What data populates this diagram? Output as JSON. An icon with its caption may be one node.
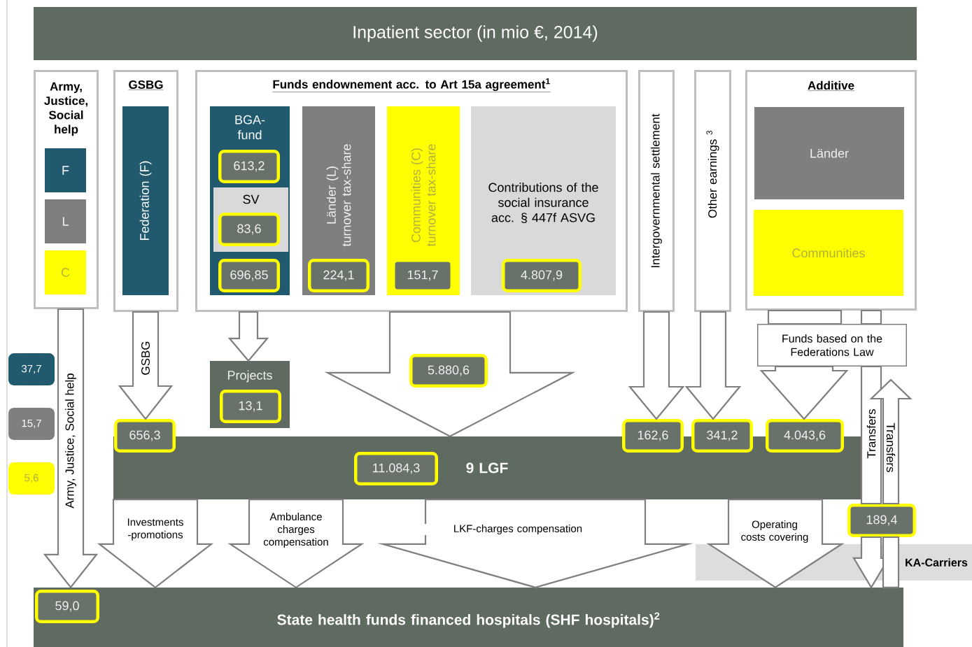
{
  "diagram": {
    "title": "Inpatient sector (in mio €, 2014)",
    "nodes": [
      {
        "text": [
          "Army, Justice, Social help"
        ]
      },
      {
        "text": [
          "F"
        ],
        "in": 0
      },
      {
        "text": [
          "L"
        ],
        "in": 0
      },
      {
        "text": [
          "C"
        ],
        "in": 0
      },
      {
        "text": [
          "GSBG"
        ]
      },
      {
        "text": [
          "Federation (F)"
        ],
        "in": 4
      },
      {
        "text": [
          "Funds endownement acc. to Art 15a agreement$^{1}$"
        ]
      },
      {
        "text": [
          "BGA-fund"
        ],
        "in": 6
      },
      {
        "text": [
          "613,2"
        ],
        "in": 7
      },
      {
        "text": [
          "SV"
        ],
        "in": 7
      },
      {
        "text": [
          "83,6"
        ],
        "in": 9
      },
      {
        "text": [
          "696,85"
        ],
        "in": 7
      },
      {
        "text": [
          "Länder (L) turnover tax-share"
        ],
        "in": 6
      },
      {
        "text": [
          "224,1"
        ],
        "in": 12
      },
      {
        "text": [
          "Communities (C) turnover tax-share"
        ],
        "in": 6
      },
      {
        "text": [
          "151,7"
        ],
        "in": 14
      },
      {
        "text": [
          "Contributions of the social insurance acc. § 447f ASVG"
        ],
        "in": 6
      },
      {
        "text": [
          "4.807,9"
        ],
        "in": 16
      },
      {
        "text": [
          "Intergovernmental settlement"
        ]
      },
      {
        "text": [
          "Other earnings $^{3}$"
        ]
      },
      {
        "text": [
          "Additive"
        ]
      },
      {
        "text": [
          "Länder"
        ],
        "in": 20
      },
      {
        "text": [
          "Communities"
        ],
        "in": 20
      },
      {
        "text": [
          "Funds based on the Federations Law"
        ]
      },
      {
        "text": [
          "Projects"
        ]
      },
      {
        "text": [
          "13,1"
        ],
        "in": 24
      },
      {
        "text": [
          "9 LGF"
        ]
      },
      {
        "text": [
          "11.084,3"
        ],
        "in": 26
      },
      {
        "text": [
          "656,3"
        ]
      },
      {
        "text": [
          "162,6"
        ]
      },
      {
        "text": [
          "341,2"
        ]
      },
      {
        "text": [
          "4.043,6"
        ]
      },
      {
        "text": [
          "State health funds financed hospitals (SHF hospitals)$^{2}$"
        ]
      },
      {
        "text": [
          "59,0"
        ],
        "in": 32
      },
      {
        "text": [
          "KA-Carriers"
        ]
      },
      {
        "text": [
          "189,4"
        ]
      },
      {
        "text": [
          "37,7"
        ]
      },
      {
        "text": [
          "15,7"
        ]
      },
      {
        "text": [
          "5,6"
        ]
      },
      {
        "text": [
          "5.880,6"
        ]
      }
    ],
    "edges": [
      {
        "from": 0,
        "to": 32,
        "arrow": "to",
        "label": "Army, Justice, Social help"
      },
      {
        "from": 4,
        "to": 28,
        "arrow": "to",
        "label": "GSBG"
      },
      {
        "from": 6,
        "to": 24,
        "arrow": "to"
      },
      {
        "from": 6,
        "to": 26,
        "arrow": "to"
      },
      {
        "from": 18,
        "to": 29,
        "arrow": "to"
      },
      {
        "from": 19,
        "to": 30,
        "arrow": "to"
      },
      {
        "from": 20,
        "to": 23,
        "arrow": "none"
      },
      {
        "from": 20,
        "to": 23,
        "arrow": "none"
      },
      {
        "from": 23,
        "to": 31,
        "arrow": "to"
      },
      {
        "from": 23,
        "to": 35,
        "arrow": "none",
        "label": "Transfers"
      },
      {
        "from": 35,
        "to": 32,
        "arrow": "to"
      },
      {
        "from": 32,
        "to": 35,
        "arrow": "none"
      },
      {
        "from": 35,
        "to": null,
        "arrow": "to",
        "label": "Transfers"
      },
      {
        "from": 26,
        "to": 32,
        "arrow": "to",
        "label": "Investments -promotions"
      },
      {
        "from": 26,
        "to": 32,
        "arrow": "to",
        "label": "Ambulance charges compensation"
      },
      {
        "from": 26,
        "to": 32,
        "arrow": "to",
        "label": "LKF-charges compensation"
      },
      {
        "from": 26,
        "to": 32,
        "arrow": "to",
        "label": "Operating costs covering"
      }
    ]
  }
}
